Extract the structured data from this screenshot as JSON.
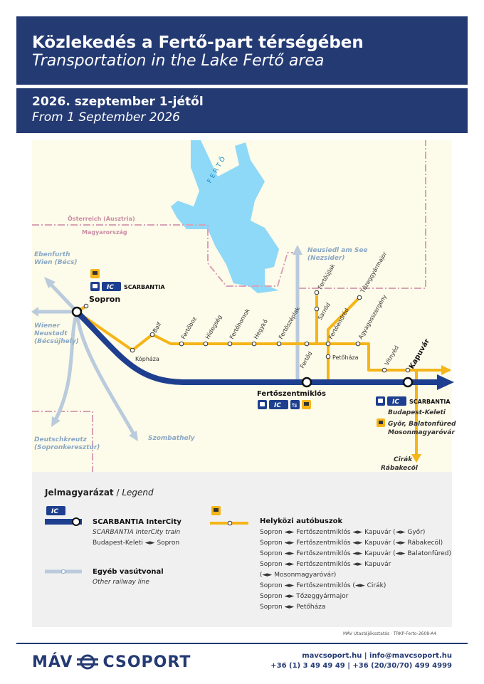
{
  "header": {
    "title": "Közlekedés a Fertő-part térségében",
    "subtitle": "Transportation in the Lake Fertő area",
    "date_title": "2026. szeptember 1-jétől",
    "date_subtitle": "From 1 September 2026"
  },
  "map": {
    "lake_label": "F E R T Ő",
    "border_label_at": "Österreich (Ausztria)",
    "border_label_hu": "Magyarország",
    "directions": {
      "ebenfurth_1": "Ebenfurth",
      "ebenfurth_2": "Wien (Bécs)",
      "wiener_1": "Wiener",
      "wiener_2": "Neustadt",
      "wiener_3": "(Bécsújhely)",
      "deutsch_1": "Deutschkreutz",
      "deutsch_2": "(Sopronkeresztúr)",
      "szombathely": "Szombathely",
      "neusiedl_1": "Neusiedl am See",
      "neusiedl_2": "(Nezsider)",
      "budapest": "Budapest-Keleti",
      "gyor": "Győr, Balatonfüred",
      "mosonmagyarovar": "Mosonmagyaróvár",
      "cirak": "Cirák",
      "rabakecol": "Rábakecöl"
    },
    "hubs": {
      "sopron": "Sopron",
      "fertoszentmiklos": "Fertőszentmiklós",
      "kapuvar": "Kapuvár",
      "scarbantia": "SCARBANTIA",
      "ic_badge": "IC"
    },
    "stops": {
      "kophaza": "Kópháza",
      "balf": "Balf",
      "fertoboz": "Fertőboz",
      "hidegseg": "Hidegség",
      "fertohomok": "Fertőhomok",
      "hegyko": "Hegykő",
      "fertoszeplak": "Fertőszéplak",
      "fertod": "Fertőd",
      "sarrod": "Sarród",
      "fertoujlak": "Fertőújlak",
      "fertoendred": "Fertőendréd",
      "tozeggyarmajor": "Tőzeggyármajor",
      "petohaza": "Petőháza",
      "agyagosszergeny": "Agyagosszergény",
      "vitnyed": "Vitnyéd"
    }
  },
  "legend": {
    "title": "Jelmagyarázat",
    "title_en": "Legend",
    "ic_name": "SCARBANTIA InterCity",
    "ic_name_en": "SCARBANTIA InterCity train",
    "ic_route": "Budapest-Keleti ◄► Sopron",
    "other_name": "Egyéb vasútvonal",
    "other_name_en": "Other railway line",
    "bus_name": "Helyközi autóbuszok",
    "bus_routes": [
      "Sopron ◄► Fertőszentmiklós ◄► Kapuvár (◄► Győr)",
      "Sopron ◄► Fertőszentmiklós ◄► Kapuvár (◄► Rábakecöl)",
      "Sopron ◄► Fertőszentmiklós ◄► Kapuvár (◄► Balatonfüred)",
      "Sopron ◄► Fertőszentmiklós ◄► Kapuvár",
      "(◄► Mosonmagyaróvár)",
      "Sopron ◄► Fertőszentmiklós (◄► Cirák)",
      "Sopron ◄► Tőzeggyármajor",
      "Sopron ◄► Petőháza"
    ]
  },
  "footer": {
    "footnote": "MÁV Utastájékoztatás · TRKP-Ferto-2608-A4",
    "brand_left": "MÁV",
    "brand_right": "CSOPORT",
    "contact_line1": "mavcsoport.hu | info@mavcsoport.hu",
    "contact_line2": "+36 (1) 3 49 49 49 | +36 (20/30/70) 499 4999"
  },
  "colors": {
    "navy": "#243a73",
    "ic_line": "#1e3f8f",
    "bus": "#f5b417",
    "rail_other": "#b9cbdc",
    "lake": "#8ed8f8",
    "border": "#d8a2b8",
    "map_bg": "#fdfbe9"
  }
}
